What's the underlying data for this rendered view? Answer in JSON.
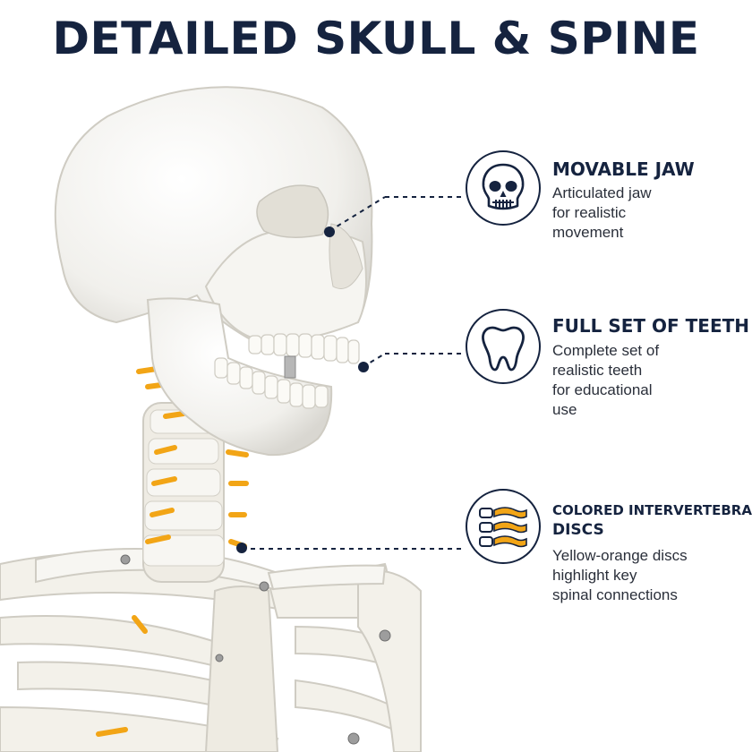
{
  "header": {
    "title": "DETAILED SKULL & SPINE"
  },
  "features": [
    {
      "icon": "skull-icon",
      "title": "MOVABLE JAW",
      "description": [
        "Articulated jaw",
        "for realistic",
        "movement"
      ]
    },
    {
      "icon": "tooth-icon",
      "title": "FULL SET OF TEETH",
      "description": [
        "Complete set of",
        "realistic teeth",
        "for educational",
        "use"
      ]
    },
    {
      "icon": "vertebral-discs-icon",
      "title": [
        "COLORED INTERVERTEBRAL",
        "DISCS"
      ],
      "description": [
        "Yellow-orange discs",
        "highlight key",
        "spinal connections"
      ]
    }
  ],
  "colors": {
    "navy": "#15233f",
    "disc_orange": "#f2a516",
    "bone": "#f4f3ef"
  }
}
